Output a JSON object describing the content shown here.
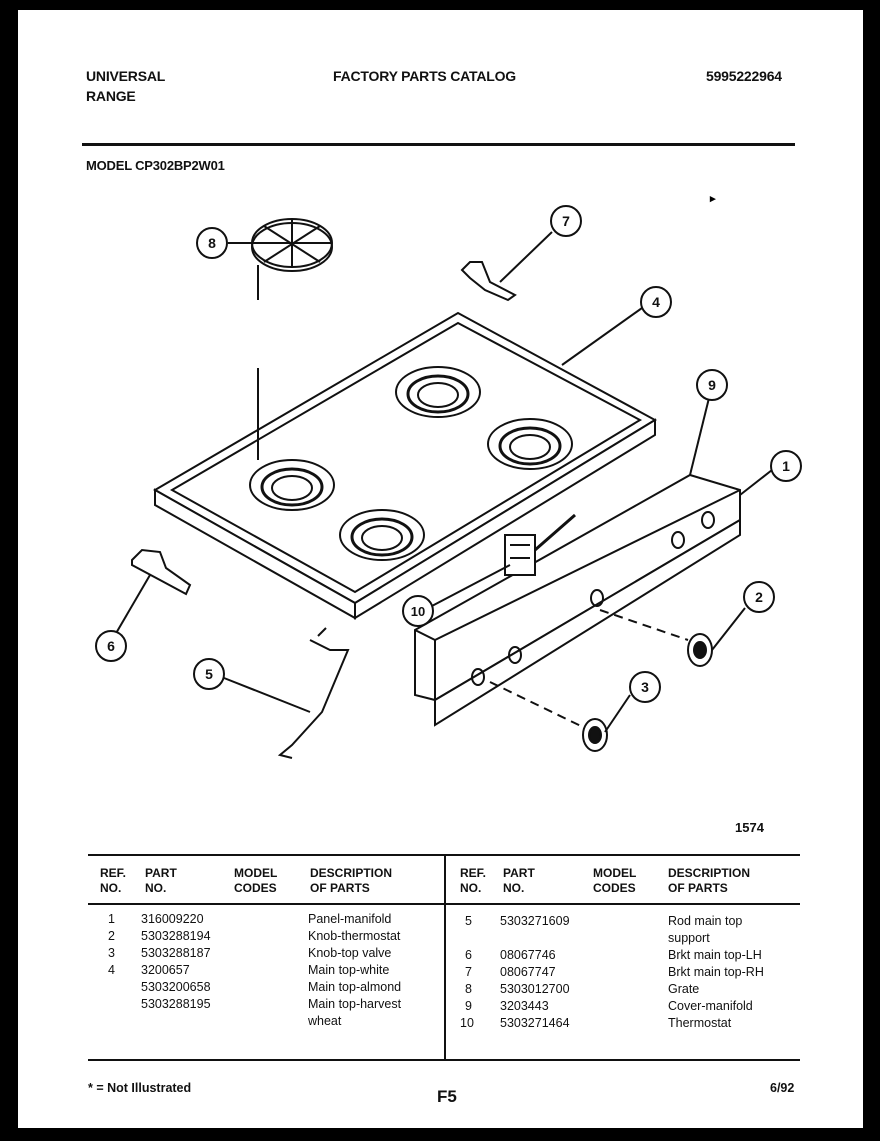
{
  "header": {
    "brand_line1": "UNIVERSAL",
    "brand_line2": "RANGE",
    "catalog_title": "FACTORY PARTS CATALOG",
    "catalog_number": "5995222964",
    "model": "MODEL  CP302BP2W01"
  },
  "diagram": {
    "figure_number": "1574",
    "callouts": [
      "1",
      "2",
      "3",
      "4",
      "5",
      "6",
      "7",
      "8",
      "9",
      "10"
    ]
  },
  "table": {
    "headers": {
      "ref": [
        "REF.",
        "NO."
      ],
      "part": [
        "PART",
        "NO."
      ],
      "model": [
        "MODEL",
        "CODES"
      ],
      "desc": [
        "DESCRIPTION",
        "OF PARTS"
      ]
    },
    "left_rows": [
      {
        "ref": "1",
        "part": "316009220",
        "desc": "Panel-manifold"
      },
      {
        "ref": "2",
        "part": "5303288194",
        "desc": "Knob-thermostat"
      },
      {
        "ref": "3",
        "part": "5303288187",
        "desc": "Knob-top valve"
      },
      {
        "ref": "4",
        "part": "3200657",
        "desc": "Main top-white"
      },
      {
        "ref": "",
        "part": "5303200658",
        "desc": "Main top-almond"
      },
      {
        "ref": "",
        "part": "5303288195",
        "desc": "Main top-harvest"
      },
      {
        "ref": "",
        "part": "",
        "desc": "wheat"
      }
    ],
    "right_rows": [
      {
        "ref": "5",
        "part": "5303271609",
        "desc": "Rod main top"
      },
      {
        "ref": "",
        "part": "",
        "desc": "support"
      },
      {
        "ref": "6",
        "part": "08067746",
        "desc": "Brkt main top-LH"
      },
      {
        "ref": "7",
        "part": "08067747",
        "desc": "Brkt main top-RH"
      },
      {
        "ref": "8",
        "part": "5303012700",
        "desc": "Grate"
      },
      {
        "ref": "9",
        "part": "3203443",
        "desc": "Cover-manifold"
      },
      {
        "ref": "10",
        "part": "5303271464",
        "desc": "Thermostat"
      }
    ]
  },
  "footer": {
    "note": "* = Not Illustrated",
    "page_code": "F5",
    "date": "6/92"
  }
}
